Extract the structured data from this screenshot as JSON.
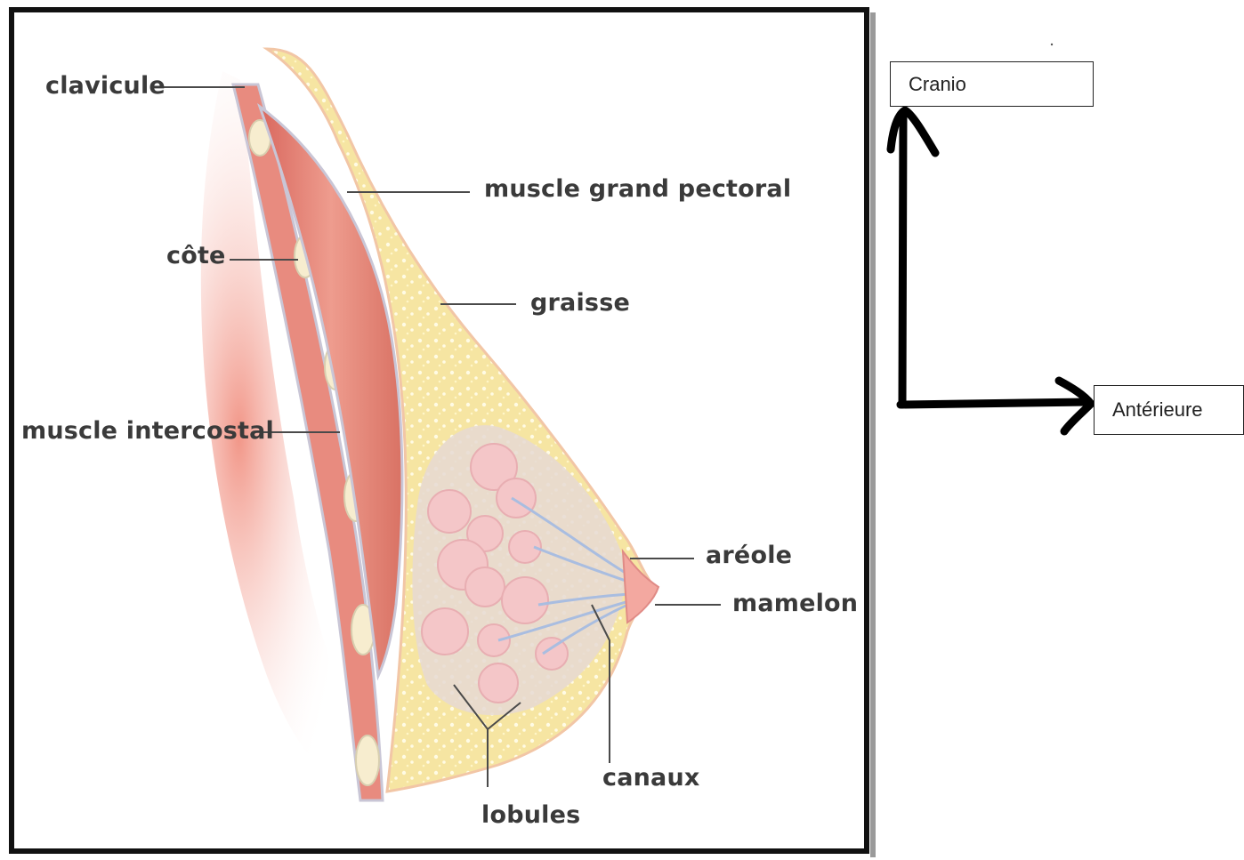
{
  "diagram": {
    "labels": {
      "clavicule": "clavicule",
      "pectoral": "muscle grand pectoral",
      "cote": "côte",
      "graisse": "graisse",
      "intercostal": "muscle intercostal",
      "areole": "aréole",
      "mamelon": "mamelon",
      "canaux": "canaux",
      "lobules": "lobules"
    }
  },
  "orientation": {
    "cranial_label": "Cranio",
    "anterior_label": "Antérieure"
  },
  "colors": {
    "frame": "#111111",
    "muscle": "#e58a7c",
    "fat": "#f6e6a0",
    "lobule": "#f2c4c6",
    "skin": "#f7b9a8",
    "label": "#3a3a3a",
    "arrow": "#000000"
  }
}
